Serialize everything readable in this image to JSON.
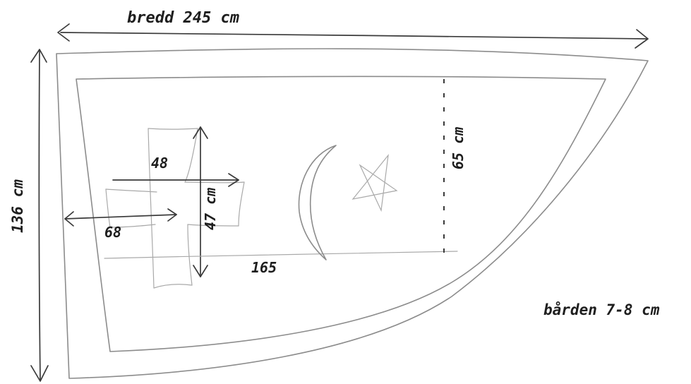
{
  "labels": {
    "width": "bredd 245 cm",
    "height": "136 cm",
    "cross_arm": "48",
    "cross_height": "47 cm",
    "cross_offset": "68",
    "length_to_emblem": "165",
    "emblem_height": "65 cm",
    "border": "bården 7-8 cm"
  },
  "colors": {
    "pencil": "#8c8c8c",
    "ink": "#3a3a3a",
    "text": "#1e1e1e"
  },
  "icons": {
    "crescent": "crescent-moon-icon",
    "star": "star-icon"
  }
}
